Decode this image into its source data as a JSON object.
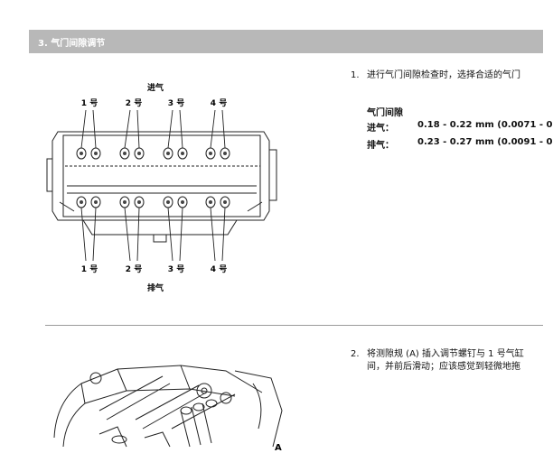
{
  "section": {
    "title": "3. 气门间隙调节"
  },
  "figure1": {
    "intake_label": "进气",
    "exhaust_label": "排气",
    "top_cylinders": [
      "1 号",
      "2 号",
      "3 号",
      "4 号"
    ],
    "bottom_cylinders": [
      "1 号",
      "2 号",
      "3 号",
      "4 号"
    ]
  },
  "step1": {
    "number": "1.",
    "text": "进行气门间隙检查时，选择合适的气门"
  },
  "clearance": {
    "title": "气门间隙",
    "intake_label": "进气：",
    "intake_value": "0.18 - 0.22 mm (0.0071 - 0",
    "exhaust_label": "排气：",
    "exhaust_value": "0.23 - 0.27 mm (0.0091 - 0"
  },
  "step2": {
    "number": "2.",
    "line1": "将测隙规 (A) 插入调节螺钉与 1 号气缸",
    "line2": "间，并前后滑动；应该感觉到轻微地拖"
  },
  "figure2": {
    "callout_label": "A"
  }
}
